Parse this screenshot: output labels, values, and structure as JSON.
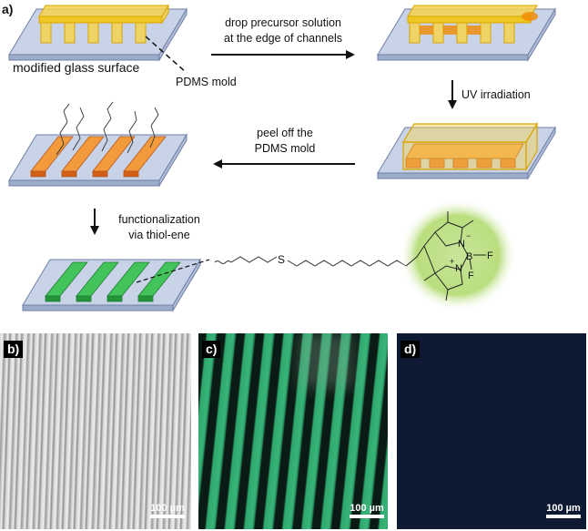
{
  "panels": {
    "a": "a)",
    "b": "b)",
    "c": "c)",
    "d": "d)"
  },
  "labels": {
    "surface": "modified glass surface",
    "mold": "PDMS mold",
    "step1_line1": "drop precursor solution",
    "step1_line2": "at the edge of channels",
    "step2": "UV irradiation",
    "step3_line1": "peel off the",
    "step3_line2": "PDMS mold",
    "step4_line1": "functionalization",
    "step4_line2": "via thiol-ene"
  },
  "molecule": {
    "sulfur": "S",
    "n_upper": "N",
    "n_lower": "N",
    "boron": "B",
    "fluorine_1": "F",
    "fluorine_2": "F",
    "plus": "+",
    "minus": "−"
  },
  "scalebars": {
    "b": "100 µm",
    "c": "100 µm",
    "d": "100 µm"
  },
  "colors": {
    "glass": "#c9d3e8",
    "pdms": "#f4c400",
    "precursor": "#f08a00",
    "polymer": "#e8742a",
    "functionalized": "#2fb34a",
    "fluorescence_glow": "#b9de7e",
    "fluorescence_green": "#2fa86e",
    "dark_field": "#0e1a33"
  }
}
